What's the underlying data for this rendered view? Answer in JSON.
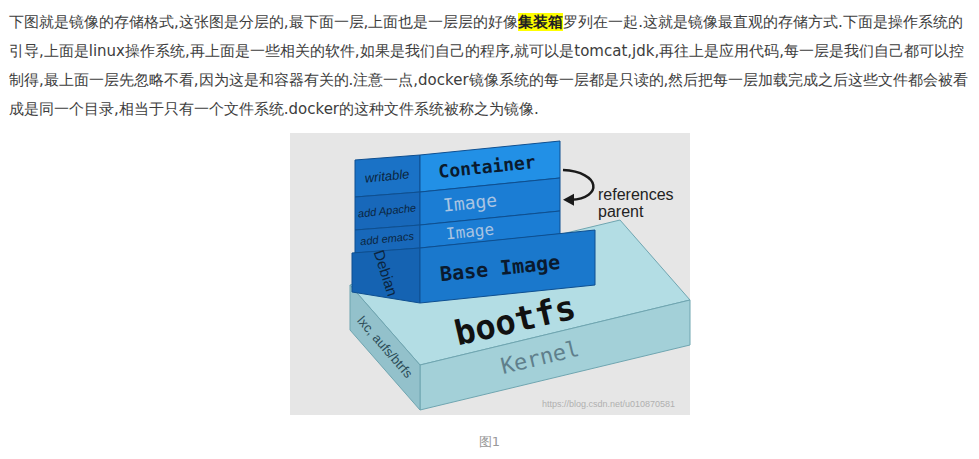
{
  "diagram": {
    "caption": "图1",
    "nodes": [
      {
        "text": [
          "writable",
          "Container"
        ]
      },
      {
        "text": [
          "add Apache",
          "Image"
        ]
      },
      {
        "text": [
          "add emacs",
          "Image"
        ]
      },
      {
        "text": [
          "Debian",
          "Base Image"
        ]
      },
      {
        "text": [
          "lxc, aufs/btrfs",
          "bootfs",
          "Kernel"
        ]
      }
    ],
    "edges": [
      {
        "from": 0,
        "to": 1,
        "label": "references parent",
        "arrow": "to"
      }
    ],
    "labels": [
      "下图就是镜像的存储格式,这张图是分层的,最下面一层,上面也是一层层的好像",
      "集装箱",
      "罗列在一起.这就是镜像最直观的存储方式.下面是操作系统的引导,上面是linux操作系统,再上面是一些相关的软件,如果是我们自己的程序,就可以是tomcat,jdk,再往上是应用代码,每一层是我们自己都可以控制得,最上面一层先忽略不看,因为这是和容器有关的.注意一点,docker镜像系统的每一层都是只读的,然后把每一层加载完成之后这些文件都会被看成是同一个目录,相当于只有一个文件系统.docker的这种文件系统被称之为镜像.",
      "https://blog.csdn.net/u010870581"
    ]
  }
}
